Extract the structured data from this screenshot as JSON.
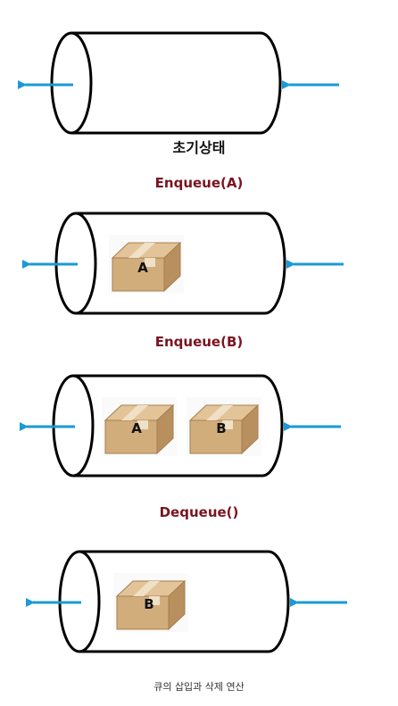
{
  "labels": {
    "initial_state": "초기상태",
    "enqueue_a": "Enqueue(A)",
    "enqueue_b": "Enqueue(B)",
    "dequeue": "Dequeue()",
    "caption": "큐의 삽입과 삭제 연산"
  },
  "boxes": {
    "a": "A",
    "b": "B"
  },
  "colors": {
    "arrow": "#1a9ad6",
    "op_label": "#7a1420",
    "box_front": "#d2ad7c",
    "box_top": "#e2c498",
    "box_side": "#b88f5f",
    "tape": "#efe0c6"
  }
}
